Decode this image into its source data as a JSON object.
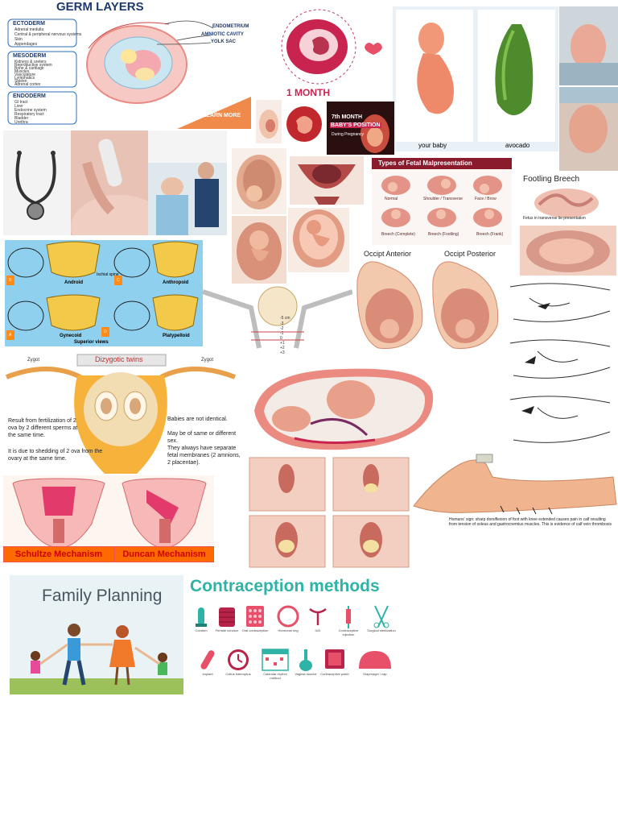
{
  "germ_layers": {
    "title": "GERM LAYERS",
    "ectoderm": "ECTODERM",
    "ectoderm_items": [
      "Adrenal medulla",
      "Central & peripheral nervous systems",
      "Skin",
      "Appendages"
    ],
    "mesoderm": "MESODERM",
    "mesoderm_items": [
      "Kidneys & ureters",
      "Reproductive system",
      "Bone & cartilage",
      "Muscles",
      "Vasculature",
      "Lymphatics",
      "Spleen",
      "Adrenal cortex"
    ],
    "endoderm": "ENDODERM",
    "endoderm_items": [
      "GI tract",
      "Liver",
      "Endocrine system",
      "Respiratory tract",
      "Bladder",
      "Urethra"
    ],
    "right_labels": [
      "ENDOMETRIUM",
      "AMNIOTIC CAVITY",
      "YOLK SAC"
    ],
    "learn_more": "LEARN MORE"
  },
  "month": {
    "label": "1 MONTH"
  },
  "avocado": {
    "left_caption": "your baby",
    "right_caption": "avocado"
  },
  "month7": {
    "line1": "7th MONTH",
    "line2": "BABY'S POSITION",
    "line3": "During Pregnancy"
  },
  "malpresentation": {
    "title": "Types of Fetal Malpresentation",
    "labels": [
      "Normal",
      "Shoulder / Transverse",
      "Face / Brow",
      "Breech (Complete)",
      "Breech (Footling)",
      "Breech (Frank)"
    ]
  },
  "footling": {
    "title": "Footling Breech",
    "caption": "Fetus in transverse lie presentation"
  },
  "pelvis": {
    "labels": [
      "Android",
      "Anthropoid",
      "Gynecoid",
      "Platypelloid"
    ],
    "spine_label": "Ischial spine",
    "views_label": "Superior views",
    "letters": [
      "B",
      "C",
      "A",
      "D"
    ]
  },
  "station": {
    "marks": [
      "-5 cm",
      "-3",
      "-2",
      "-1",
      "0",
      "+1",
      "+2",
      "+3"
    ]
  },
  "occiput": {
    "left": "Occipt Anterior",
    "right": "Occipt Posterior"
  },
  "twins": {
    "title": "Dizygotic twins",
    "zygot_left": "Zygot",
    "zygot_right": "Zygot",
    "left_bullets": [
      "Result from fertilization of 2 ova by 2 different sperms at the same time.",
      "It is due to shedding of 2 ova from the ovary at the same time."
    ],
    "right_bullets": [
      "Babies are not identical.",
      "May be of same or different sex.",
      "They always have separate fetal membranes (2 amnions, 2 placentae)."
    ]
  },
  "schultze": {
    "label": "Schultze Mechanism"
  },
  "duncan": {
    "label": "Duncan Mechanism"
  },
  "homans": {
    "caption": "Homans' sign: sharp dorsiflexion of foot with knee extended causes pain in calf resulting from tension of soleus and gastrocnemius muscles. This is evidence of calf vein thrombosis"
  },
  "family": {
    "title": "Family Planning"
  },
  "contraception": {
    "title": "Contraception methods",
    "row1": [
      "Condom",
      "Female condom",
      "Oral contraception",
      "Hormonal ring",
      "IUD",
      "Contraceptive injection",
      "Surgical sterilization"
    ],
    "row2": [
      "Implant",
      "Coitus interruptus",
      "Calendar rhythm method",
      "Vaginal douche",
      "Contraceptive patch",
      "Diaphragm / cap"
    ]
  },
  "colors": {
    "teal": "#2fb3a6",
    "navy": "#1f3a6e",
    "orange": "#ff6a00",
    "skin": "#f0b49a",
    "pink": "#e8506a"
  }
}
